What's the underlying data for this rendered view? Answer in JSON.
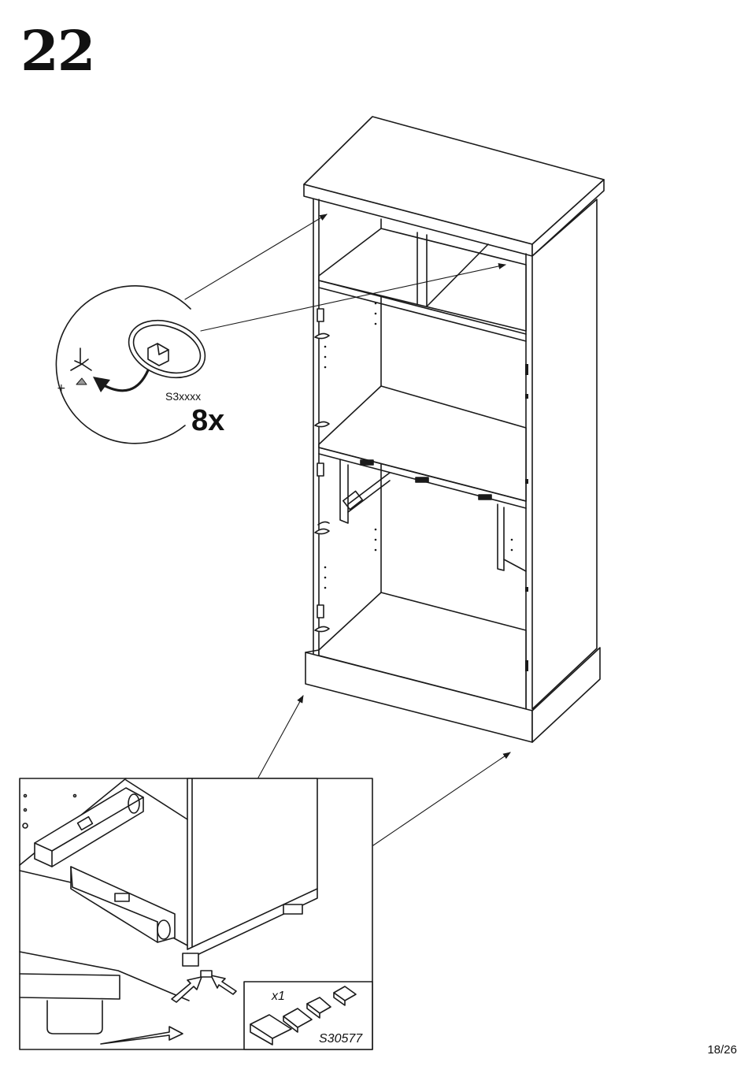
{
  "step": {
    "number": "22"
  },
  "detail_callout": {
    "part_code": "S3xxxx",
    "quantity": "8x"
  },
  "leveling_kit": {
    "quantity": "x1",
    "part_code": "S30577"
  },
  "page": {
    "number": "18/26"
  }
}
